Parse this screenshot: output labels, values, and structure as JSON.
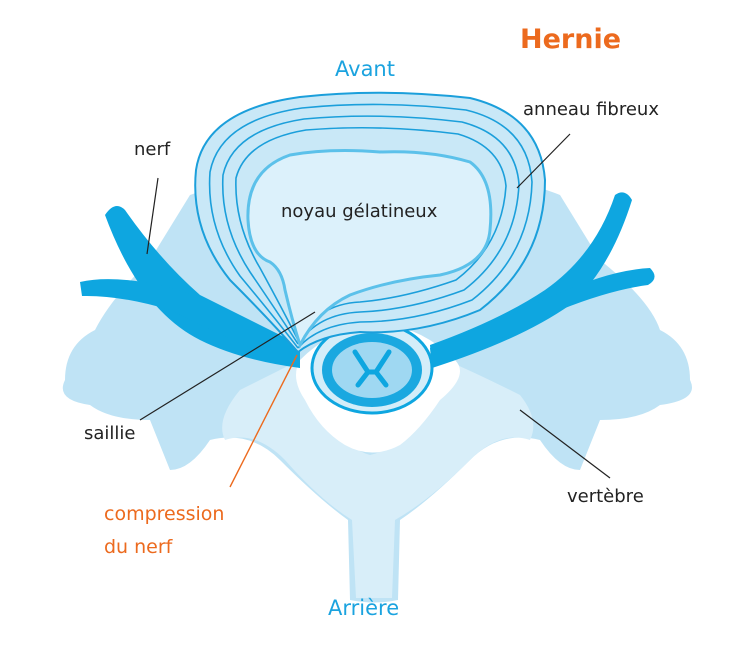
{
  "title": "Hernie",
  "orientation": {
    "front": "Avant",
    "back": "Arrière"
  },
  "labels": {
    "annulus": "anneau fibreux",
    "nerve": "nerf",
    "nucleus": "noyau gélatineux",
    "bulge": "saillie",
    "compression_line1": "compression",
    "compression_line2": "du nerf",
    "vertebra": "vertèbre"
  },
  "colors": {
    "accent_orange": "#ec6a1e",
    "blue_label": "#1ba3df",
    "nerve": "#0ea6e0",
    "bone": "#bfe3f5",
    "bone_light": "#d8eef9",
    "disc_fill": "#d3edf9"
  }
}
